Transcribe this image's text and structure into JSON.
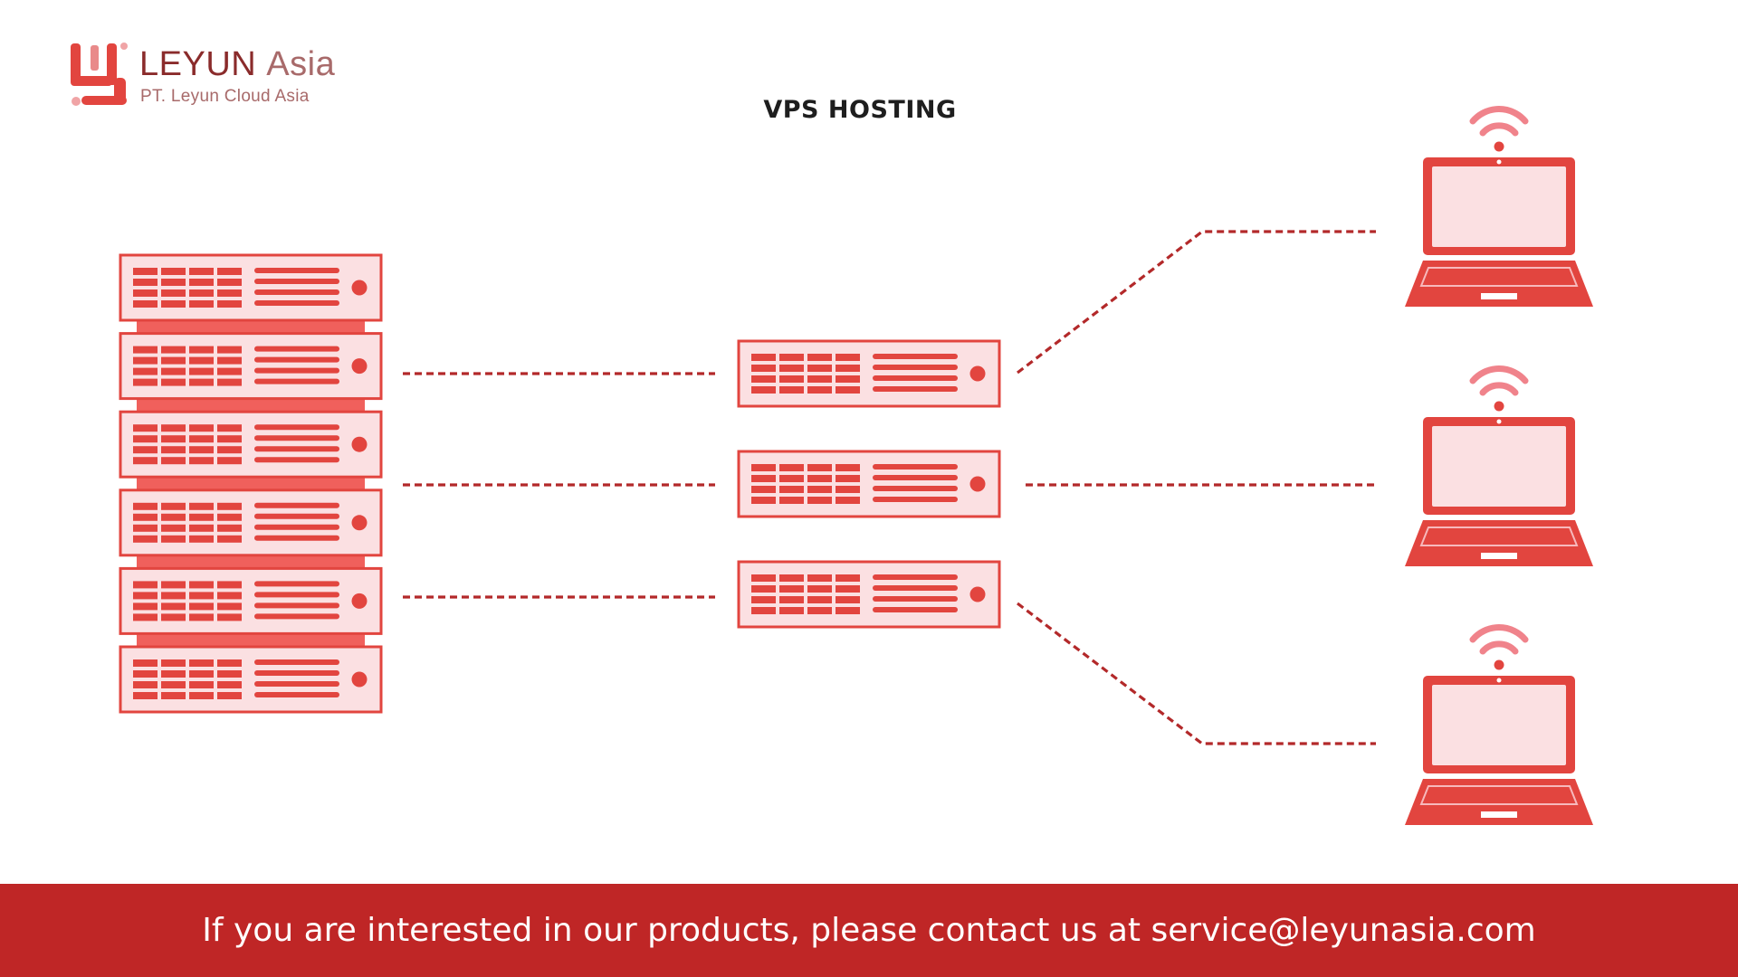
{
  "brand": {
    "name_main": "LEYUN",
    "name_sub": "Asia",
    "company": "PT. Leyun Cloud Asia",
    "logo_icon": "leyun-logo-icon"
  },
  "title": "VPS HOSTING",
  "diagram": {
    "rack_server_count": 6,
    "vps_server_count": 3,
    "laptop_count": 3,
    "icons": {
      "server": "rack-server-icon",
      "laptop": "laptop-icon",
      "wifi": "wifi-icon"
    },
    "colors": {
      "accent": "#e2453f",
      "panel_fill": "#fbe0e2",
      "connector": "#b3292a",
      "wifi": "#f0838b",
      "footer": "#bf2626"
    }
  },
  "footer": {
    "text": "If you are interested in our products, please contact us at service@leyunasia.com"
  }
}
